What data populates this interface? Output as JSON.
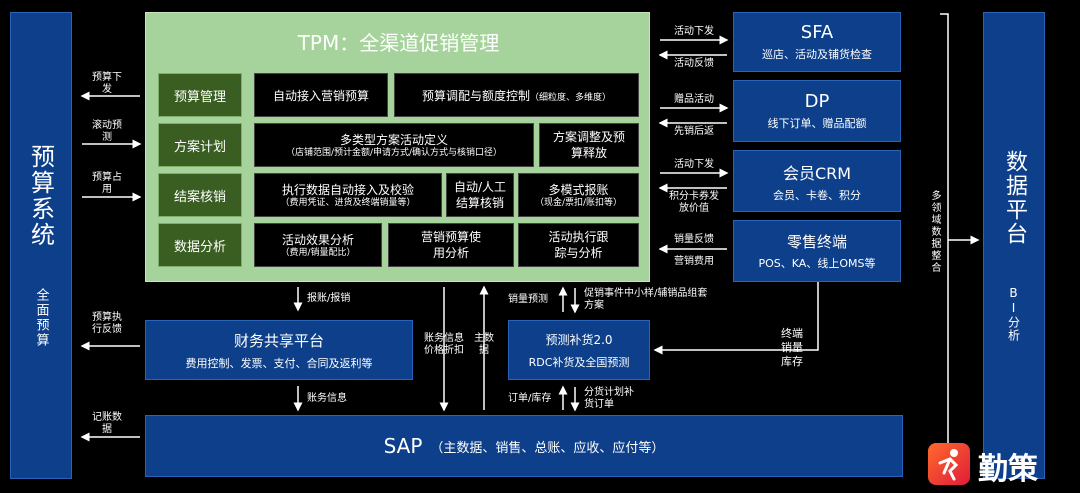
{
  "budget_system": {
    "title": "预算系统",
    "subtitle": "全面预算",
    "arrows": [
      "预算下发",
      "滚动预测",
      "预算占用",
      "预算执行反馈",
      "记账数据"
    ]
  },
  "tpm": {
    "title": "TPM：全渠道促销管理",
    "rows": [
      {
        "label": "预算管理",
        "cells": [
          {
            "main": "自动接入营销预算",
            "sub": ""
          },
          {
            "main": "预算调配与额度控制",
            "sub": "（细粒度、多维度）"
          }
        ]
      },
      {
        "label": "方案计划",
        "cells": [
          {
            "main": "多类型方案活动定义",
            "sub": "（店铺范围/预计金额/申请方式/确认方式与核销口径）"
          },
          {
            "main": "方案调整及预算释放",
            "sub": ""
          }
        ]
      },
      {
        "label": "结案核销",
        "cells": [
          {
            "main": "执行数据自动接入及校验",
            "sub": "（费用凭证、进货及终端销量等）"
          },
          {
            "main": "自动/人工结算核销",
            "sub": ""
          },
          {
            "main": "多模式报账",
            "sub": "（现金/票扣/账扣等）"
          }
        ]
      },
      {
        "label": "数据分析",
        "cells": [
          {
            "main": "活动效果分析",
            "sub": "（费用/销量配比）"
          },
          {
            "main": "营销预算使用分析",
            "sub": ""
          },
          {
            "main": "活动执行跟踪与分析",
            "sub": ""
          }
        ]
      }
    ]
  },
  "right_systems": [
    {
      "title": "SFA",
      "sub": "巡店、活动及铺货检查",
      "arrow_top": "活动下发",
      "arrow_bottom": "活动反馈"
    },
    {
      "title": "DP",
      "sub": "线下订单、赠品配额",
      "arrow_top": "赠品活动",
      "arrow_bottom": "先销后返"
    },
    {
      "title": "会员CRM",
      "sub": "会员、卡卷、积分",
      "arrow_top": "活动下发",
      "arrow_bottom": "积分卡券发放价值"
    },
    {
      "title": "零售终端",
      "sub": "POS、KA、线上OMS等",
      "arrow_top": "销量反馈",
      "arrow_bottom": "营销费用"
    }
  ],
  "data_platform": {
    "title": "数据平台",
    "subtitle": "BI分析",
    "bracket_label": "多领域数据整合"
  },
  "finance": {
    "title": "财务共享平台",
    "sub": "费用控制、发票、支付、合同及返利等",
    "arrow_top": "报账/报销",
    "arrow_bottom": "账务信息"
  },
  "middle_labels": {
    "account_info": "账务信息价格折扣",
    "master_data": "主数据",
    "sales_forecast": "销量预测",
    "promo_items": "促销事件中小样/辅销品组套方案",
    "order_stock": "订单/库存",
    "replenish_plan": "分货计划补货订单",
    "terminal_sales": "终端销量库存"
  },
  "forecast": {
    "title": "预测补货2.0",
    "sub": "RDC补货及全国预测"
  },
  "sap": {
    "title": "SAP",
    "sub": "（主数据、销售、总账、应收、应付等）"
  },
  "brand": {
    "name": "勤策"
  }
}
